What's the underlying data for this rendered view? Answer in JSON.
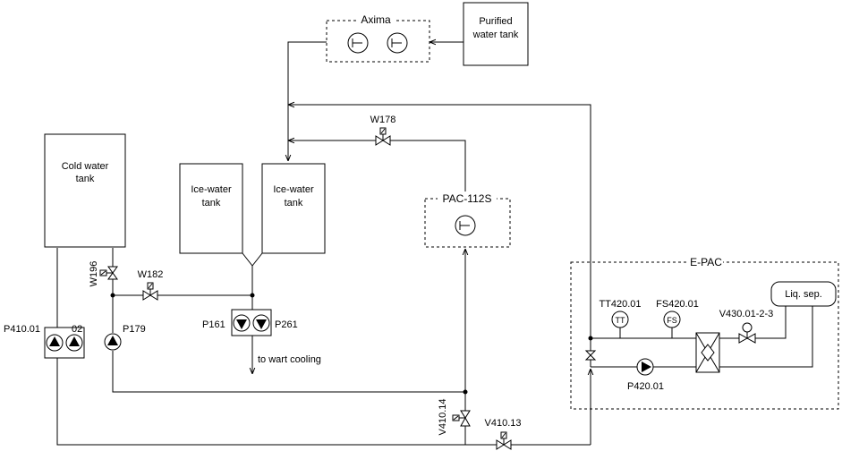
{
  "labels": {
    "axima": "Axima",
    "purified_line1": "Purified",
    "purified_line2": "water tank",
    "cold_line1": "Cold water",
    "cold_line2": "tank",
    "ice1_line1": "Ice-water",
    "ice1_line2": "tank",
    "ice2_line1": "Ice-water",
    "ice2_line2": "tank",
    "pac": "PAC-112S",
    "epac": "E-PAC",
    "liq_sep": "Liq. sep.",
    "w178": "W178",
    "w196": "W196",
    "w182": "W182",
    "p410": "P410.01",
    "p410_02": "02",
    "p179": "P179",
    "p161": "P161",
    "p261": "P261",
    "to_wart": "to wart cooling",
    "tt_tag": "TT420.01",
    "tt": "TT",
    "fs_tag": "FS420.01",
    "fs": "FS",
    "v430": "V430.01-2-3",
    "p420": "P420.01",
    "v41014": "V410.14",
    "v41013": "V410.13"
  }
}
